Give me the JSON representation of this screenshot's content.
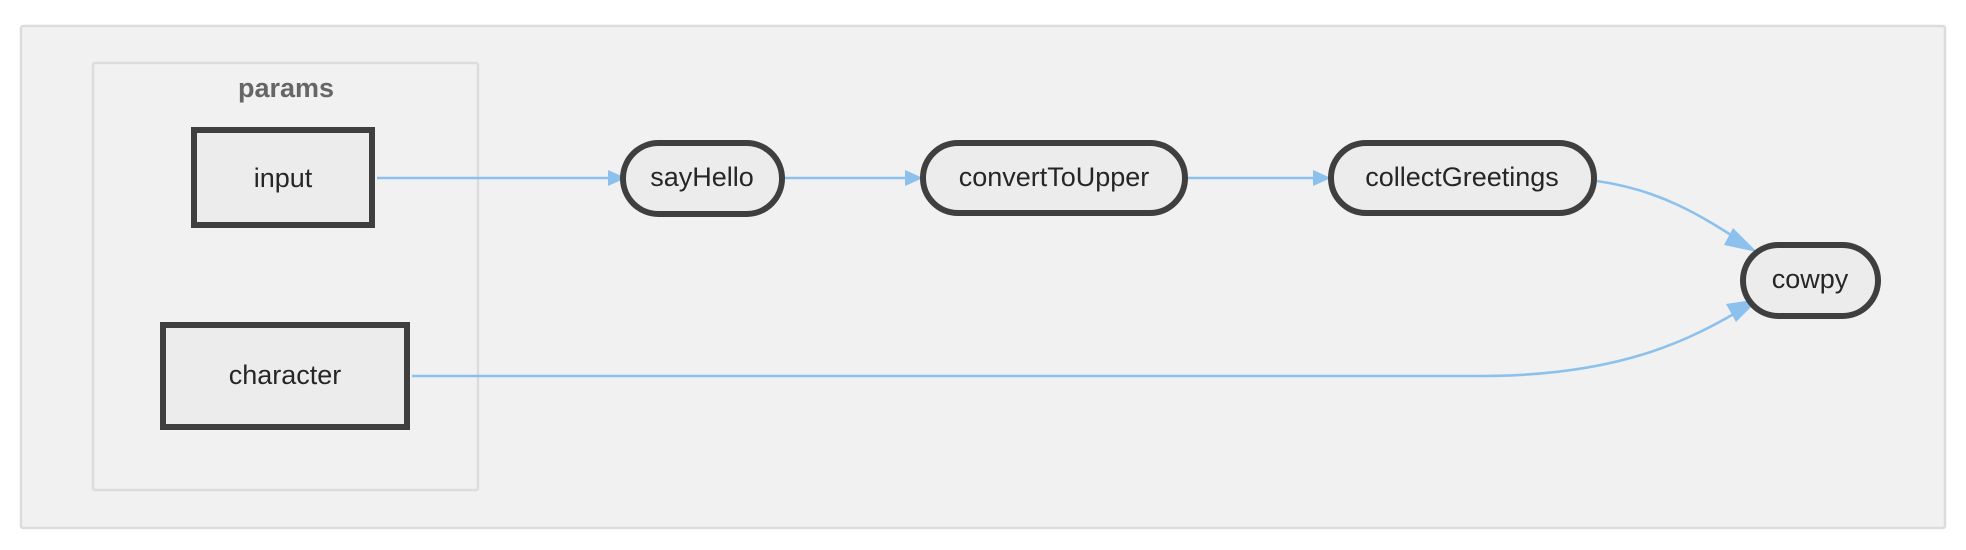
{
  "diagram": {
    "type": "flowchart",
    "direction": "left-to-right",
    "background_color": "#ffffff",
    "cluster_fill": "#f1f1f1",
    "cluster_border": "#dcdcdc",
    "node_fill": "#ececec",
    "node_border": "#3f3f3f",
    "edge_color": "#8cc1ee",
    "label_color": "#262626",
    "cluster_label_color": "#666666"
  },
  "clusters": [
    {
      "id": "outer",
      "label": ""
    },
    {
      "id": "params",
      "label": "params"
    }
  ],
  "nodes": [
    {
      "id": "input",
      "label": "input",
      "shape": "rect",
      "cluster": "params"
    },
    {
      "id": "character",
      "label": "character",
      "shape": "rect",
      "cluster": "params"
    },
    {
      "id": "sayHello",
      "label": "sayHello",
      "shape": "stadium",
      "cluster": "outer"
    },
    {
      "id": "convertToUpper",
      "label": "convertToUpper",
      "shape": "stadium",
      "cluster": "outer"
    },
    {
      "id": "collectGreetings",
      "label": "collectGreetings",
      "shape": "stadium",
      "cluster": "outer"
    },
    {
      "id": "cowpy",
      "label": "cowpy",
      "shape": "stadium",
      "cluster": "outer"
    }
  ],
  "edges": [
    {
      "from": "input",
      "to": "sayHello",
      "label": ""
    },
    {
      "from": "sayHello",
      "to": "convertToUpper",
      "label": ""
    },
    {
      "from": "convertToUpper",
      "to": "collectGreetings",
      "label": ""
    },
    {
      "from": "collectGreetings",
      "to": "cowpy",
      "label": ""
    },
    {
      "from": "character",
      "to": "cowpy",
      "label": ""
    }
  ]
}
